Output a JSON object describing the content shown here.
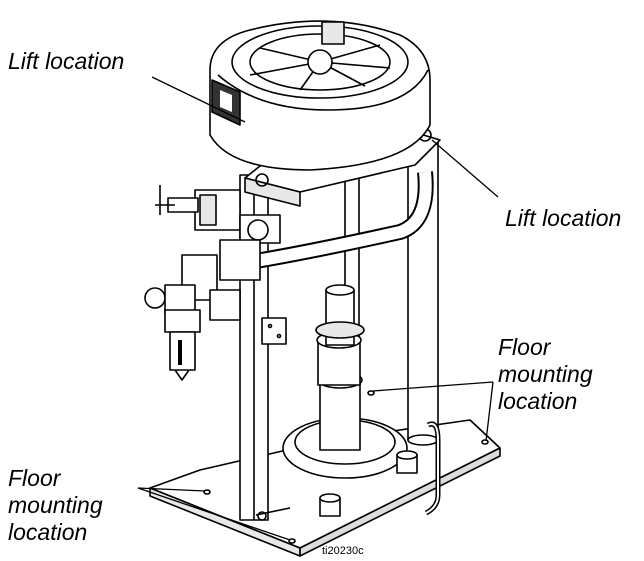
{
  "labels": {
    "lift_top_left": "Lift location",
    "lift_right": "Lift location",
    "floor_right": [
      "Floor",
      "mounting",
      "location"
    ],
    "floor_left": [
      "Floor",
      "mounting",
      "location"
    ]
  },
  "figure_code": "ti20230c",
  "colors": {
    "ink": "#000000",
    "paper": "#ffffff",
    "shade": "#e8e8e8",
    "dark": "#333333"
  }
}
